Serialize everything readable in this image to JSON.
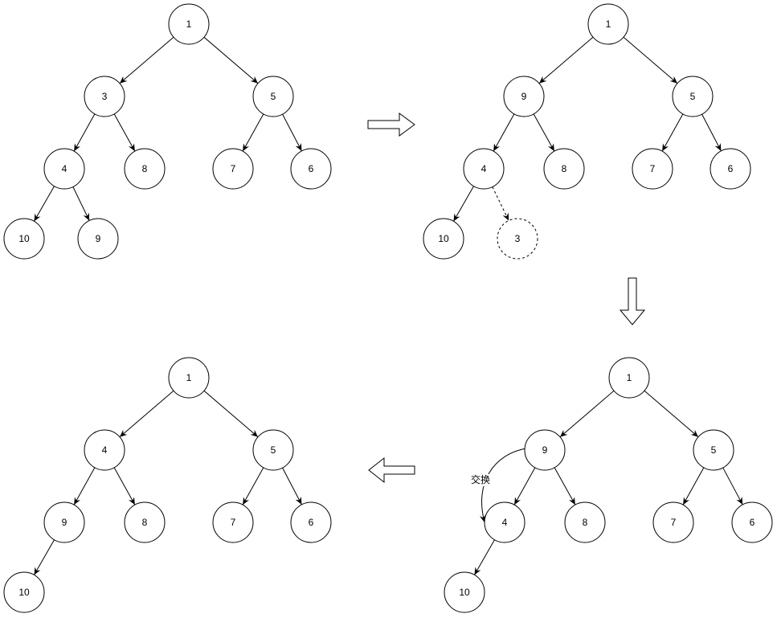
{
  "trees": [
    {
      "name": "tree-1",
      "nodes": [
        {
          "id": "a1",
          "label": "1"
        },
        {
          "id": "a3",
          "label": "3"
        },
        {
          "id": "a5",
          "label": "5"
        },
        {
          "id": "a4",
          "label": "4"
        },
        {
          "id": "a8",
          "label": "8"
        },
        {
          "id": "a7",
          "label": "7"
        },
        {
          "id": "a6",
          "label": "6"
        },
        {
          "id": "a10",
          "label": "10"
        },
        {
          "id": "a9",
          "label": "9"
        }
      ]
    },
    {
      "name": "tree-2",
      "nodes": [
        {
          "id": "b1",
          "label": "1"
        },
        {
          "id": "b9",
          "label": "9"
        },
        {
          "id": "b5",
          "label": "5"
        },
        {
          "id": "b4",
          "label": "4"
        },
        {
          "id": "b8",
          "label": "8"
        },
        {
          "id": "b7",
          "label": "7"
        },
        {
          "id": "b6",
          "label": "6"
        },
        {
          "id": "b10",
          "label": "10"
        },
        {
          "id": "b3",
          "label": "3"
        }
      ]
    },
    {
      "name": "tree-3",
      "nodes": [
        {
          "id": "c1",
          "label": "1"
        },
        {
          "id": "c9",
          "label": "9"
        },
        {
          "id": "c5",
          "label": "5"
        },
        {
          "id": "c4",
          "label": "4"
        },
        {
          "id": "c8",
          "label": "8"
        },
        {
          "id": "c7",
          "label": "7"
        },
        {
          "id": "c6",
          "label": "6"
        },
        {
          "id": "c10",
          "label": "10"
        }
      ],
      "annotation": "交换"
    },
    {
      "name": "tree-4",
      "nodes": [
        {
          "id": "d1",
          "label": "1"
        },
        {
          "id": "d4",
          "label": "4"
        },
        {
          "id": "d5",
          "label": "5"
        },
        {
          "id": "d9",
          "label": "9"
        },
        {
          "id": "d8",
          "label": "8"
        },
        {
          "id": "d7",
          "label": "7"
        },
        {
          "id": "d6",
          "label": "6"
        },
        {
          "id": "d10",
          "label": "10"
        }
      ]
    }
  ]
}
